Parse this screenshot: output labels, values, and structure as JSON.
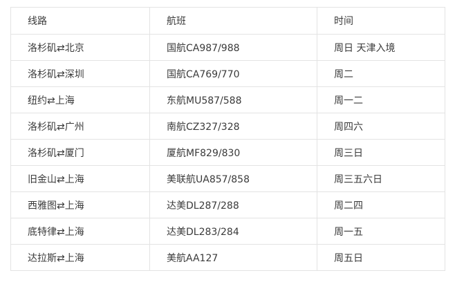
{
  "table": {
    "headers": [
      "线路",
      "航班",
      "时间"
    ],
    "rows": [
      [
        "洛杉矶⇄北京",
        "国航CA987/988",
        "周日 天津入境"
      ],
      [
        "洛杉矶⇄深圳",
        "国航CA769/770",
        "周二"
      ],
      [
        "纽约⇄上海",
        "东航MU587/588",
        "周一二"
      ],
      [
        "洛杉矶⇄广州",
        "南航CZ327/328",
        "周四六"
      ],
      [
        "洛杉矶⇄厦门",
        "厦航MF829/830",
        "周三日"
      ],
      [
        "旧金山⇄上海",
        "美联航UA857/858",
        "周三五六日"
      ],
      [
        "西雅图⇄上海",
        "达美DL287/288",
        "周二四"
      ],
      [
        "底特律⇄上海",
        "达美DL283/284",
        "周一五"
      ],
      [
        "达拉斯⇄上海",
        "美航AA127",
        "周五日"
      ]
    ]
  }
}
